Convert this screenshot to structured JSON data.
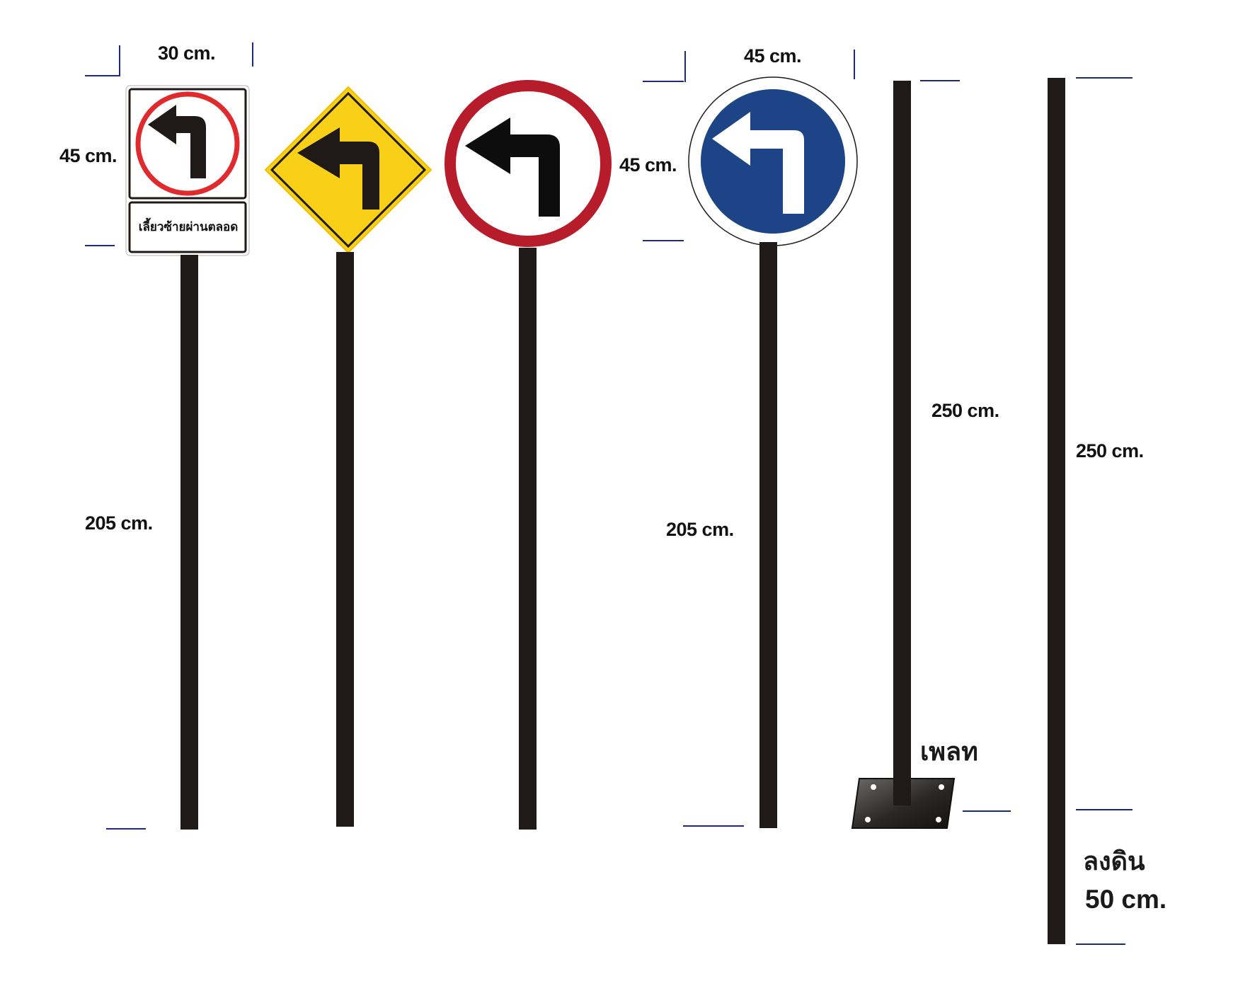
{
  "colors": {
    "pole": "#1f1a17",
    "tick": "#1e2a78",
    "red_ring": "#e02a2e",
    "dark_red_ring": "#b71c2b",
    "warning_yellow": "#f7d017",
    "mandatory_blue": "#1d4487",
    "arrow_dark": "#1f1a17"
  },
  "icons": {
    "sign1": "turn-left-arrow-icon",
    "sign2": "turn-left-arrow-icon",
    "sign3": "turn-left-arrow-icon",
    "sign4": "turn-left-arrow-icon",
    "plate": "base-plate-icon"
  },
  "sign1": {
    "width_label": "30 cm.",
    "height_label": "45 cm.",
    "pole_label": "205 cm.",
    "subtext": "เลี้ยวซ้ายผ่านตลอด"
  },
  "sign4": {
    "width_label": "45 cm.",
    "height_label": "45 cm.",
    "pole_label": "205 cm."
  },
  "pole_plate": {
    "length_label": "250 cm.",
    "plate_label": "เพลท"
  },
  "pole_ground": {
    "length_label": "250 cm.",
    "ground_label": "ลงดิน",
    "depth_label": "50 cm."
  }
}
